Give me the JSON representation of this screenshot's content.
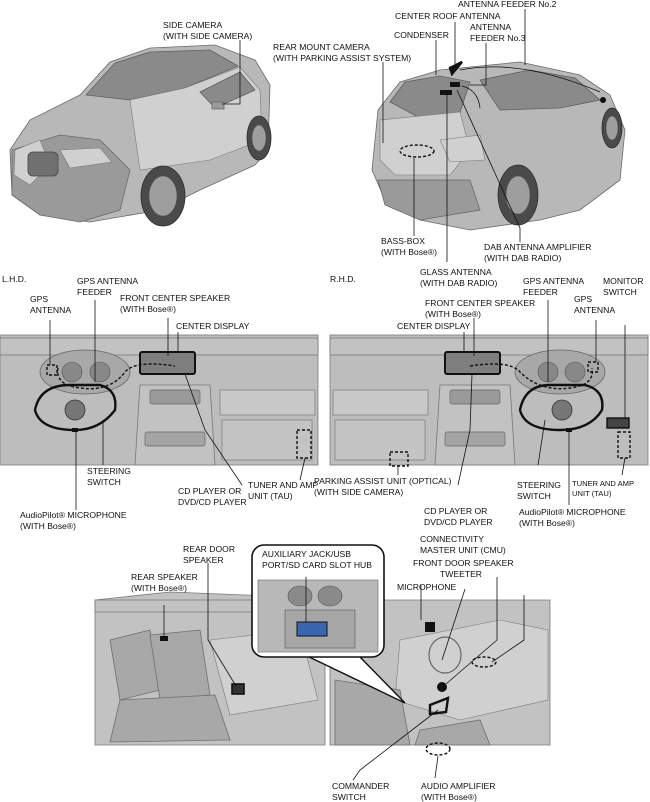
{
  "labels": {
    "side_camera": [
      "SIDE CAMERA",
      "(WITH SIDE CAMERA)"
    ],
    "antenna_feeder_no2": [
      "ANTENNA FEEDER No.2"
    ],
    "center_roof_antenna": [
      "CENTER ROOF ANTENNA"
    ],
    "antenna_feeder_no3": [
      "ANTENNA",
      "FEEDER No.3"
    ],
    "condenser": [
      "CONDENSER"
    ],
    "rear_mount_camera": [
      "REAR MOUNT CAMERA",
      "(WITH PARKING ASSIST SYSTEM)"
    ],
    "bass_box": [
      "BASS-BOX",
      "(WITH Bose®)"
    ],
    "dab_antenna_amplifier": [
      "DAB ANTENNA AMPLIFIER",
      "(WITH DAB RADIO)"
    ],
    "glass_antenna": [
      "GLASS ANTENNA",
      "(WITH DAB RADIO)"
    ],
    "lhd": [
      "L.H.D."
    ],
    "rhd": [
      "R.H.D."
    ],
    "gps_antenna_lhd": [
      "GPS",
      "ANTENNA"
    ],
    "gps_antenna_feeder_lhd": [
      "GPS ANTENNA",
      "FEEDER"
    ],
    "front_center_speaker_lhd": [
      "FRONT CENTER SPEAKER",
      "(WITH Bose®)"
    ],
    "center_display_lhd": [
      "CENTER DISPLAY"
    ],
    "steering_switch_lhd": [
      "STEERING",
      "SWITCH"
    ],
    "audiopilot_lhd": [
      "AudioPilot® MICROPHONE",
      "(WITH Bose®)"
    ],
    "cd_player_lhd": [
      "CD PLAYER OR",
      "DVD/CD PLAYER"
    ],
    "tuner_amp_lhd": [
      "TUNER AND AMP",
      "UNIT (TAU)"
    ],
    "parking_assist_unit": [
      "PARKING ASSIST UNIT (OPTICAL)",
      "(WITH SIDE CAMERA)"
    ],
    "gps_antenna_feeder_rhd": [
      "GPS ANTENNA",
      "FEEDER"
    ],
    "gps_antenna_rhd": [
      "GPS",
      "ANTENNA"
    ],
    "monitor_switch": [
      "MONITOR",
      "SWITCH"
    ],
    "front_center_speaker_rhd": [
      "FRONT CENTER SPEAKER",
      "(WITH Bose®)"
    ],
    "center_display_rhd": [
      "CENTER DISPLAY"
    ],
    "steering_switch_rhd": [
      "STEERING",
      "SWITCH"
    ],
    "tuner_amp_rhd": [
      "TUNER AND AMP",
      "UNIT (TAU)"
    ],
    "cd_player_rhd": [
      "CD PLAYER OR",
      "DVD/CD PLAYER"
    ],
    "audiopilot_rhd": [
      "AudioPilot® MICROPHONE",
      "(WITH Bose®)"
    ],
    "rear_door_speaker": [
      "REAR DOOR",
      "SPEAKER"
    ],
    "aux_jack_hub": [
      "AUXILIARY JACK/USB",
      "PORT/SD CARD SLOT HUB"
    ],
    "connectivity_master_unit": [
      "CONNECTIVITY",
      "MASTER UNIT (CMU)"
    ],
    "front_door_speaker_tweeter": [
      "FRONT DOOR SPEAKER",
      "TWEETER"
    ],
    "rear_speaker": [
      "REAR SPEAKER",
      "(WITH Bose®)"
    ],
    "microphone": [
      "MICROPHONE"
    ],
    "commander_switch": [
      "COMMANDER",
      "SWITCH"
    ],
    "audio_amplifier": [
      "AUDIO AMPLIFIER",
      "(WITH Bose®)"
    ]
  }
}
